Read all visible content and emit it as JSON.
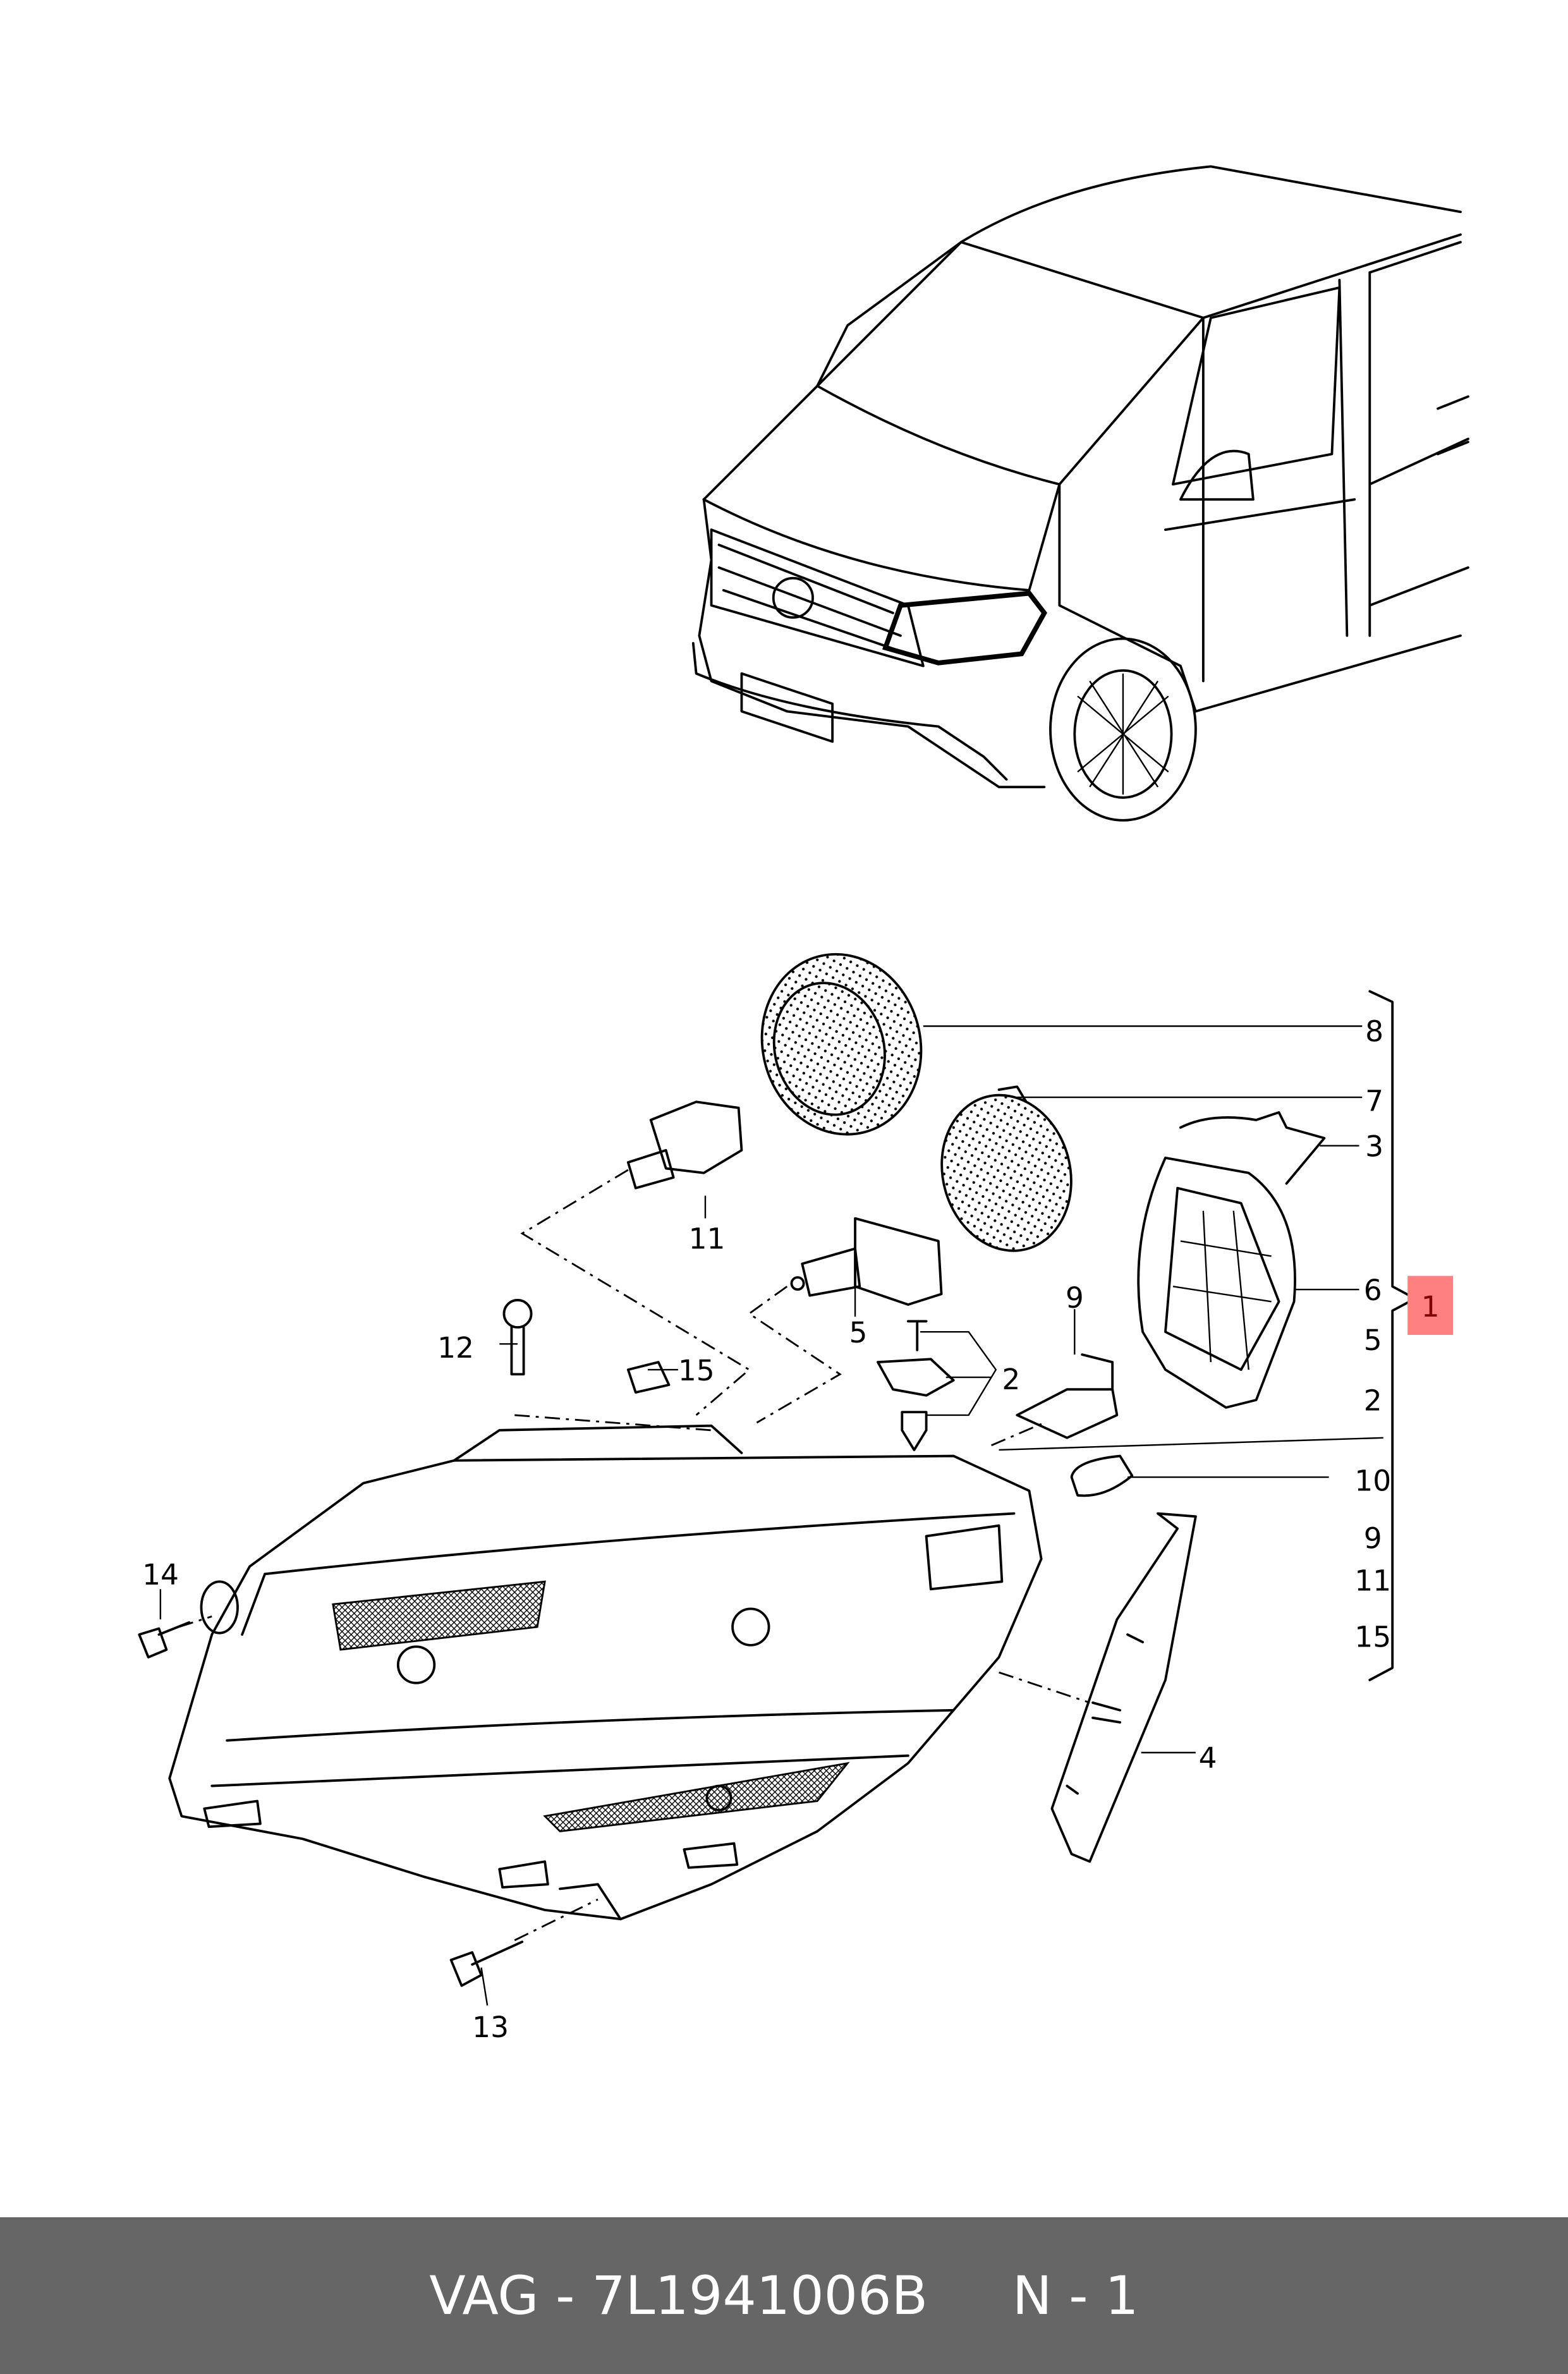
{
  "diagram": {
    "callouts": {
      "c1": "1",
      "c2": "2",
      "c3": "3",
      "c4": "4",
      "c5": "5",
      "c6": "6",
      "c7": "7",
      "c8": "8",
      "c9": "9",
      "c10": "10",
      "c11": "11",
      "c12": "12",
      "c13": "13",
      "c14": "14",
      "c15": "15"
    },
    "bracket_list": [
      "8",
      "7",
      "3",
      "6",
      "5",
      "2",
      "10",
      "9",
      "11",
      "15"
    ],
    "highlight_color": "#ff8080",
    "highlight_text_color": "#800000"
  },
  "footer": {
    "brand": "VAG",
    "separator": "-",
    "part_number": "7L1941006B",
    "note": "N - 1",
    "background": "#666666"
  }
}
